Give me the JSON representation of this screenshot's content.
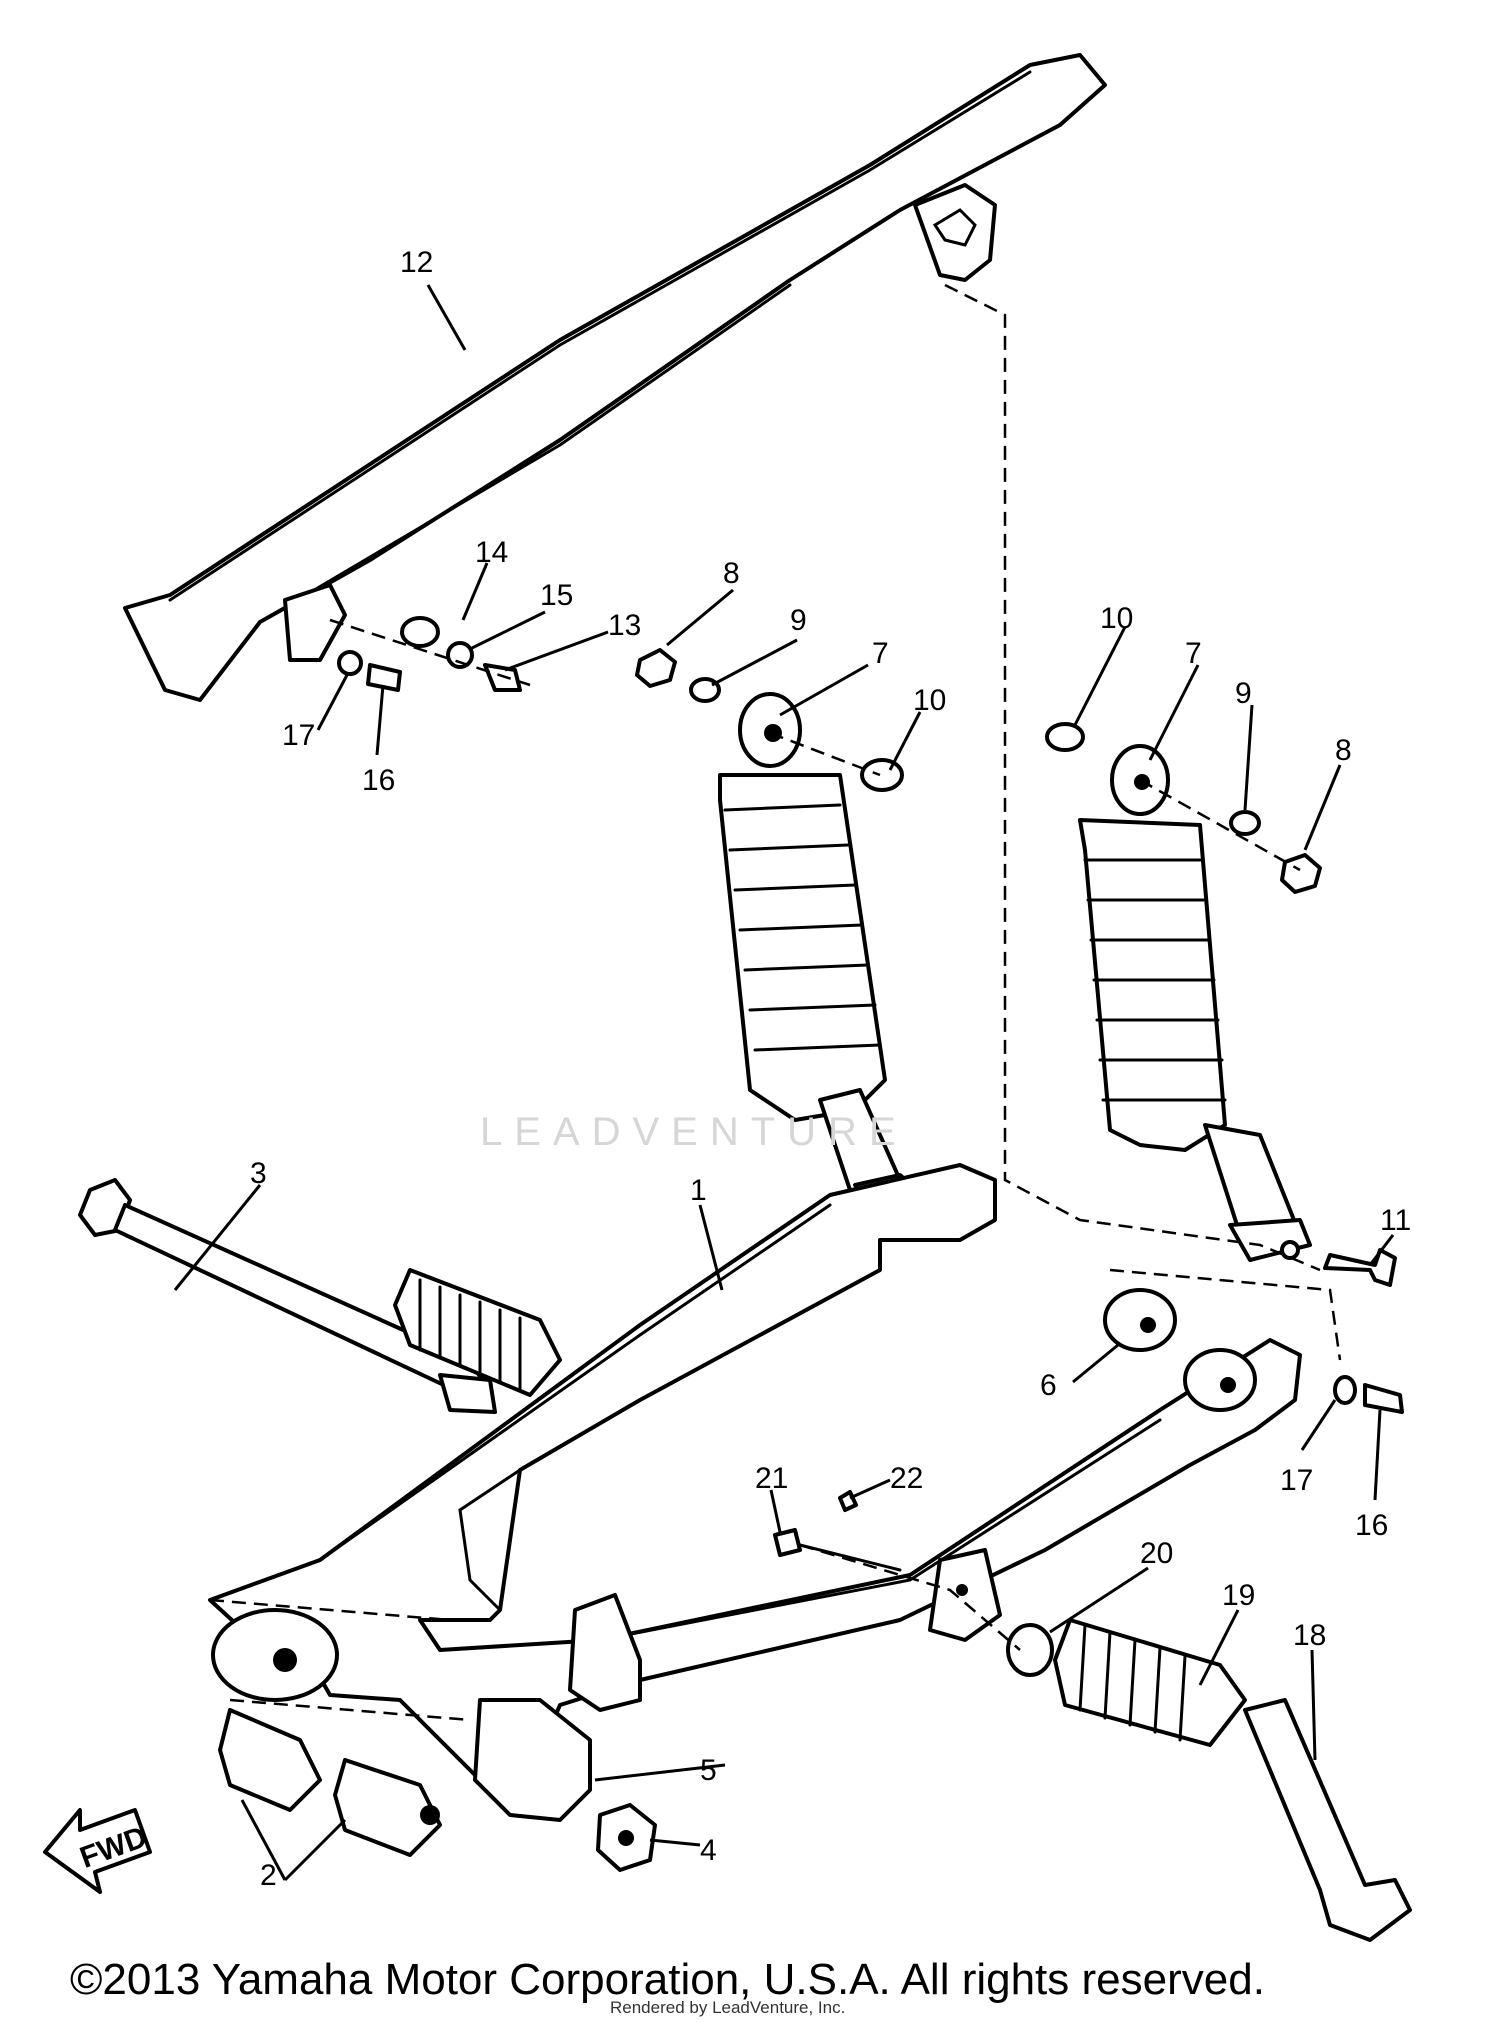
{
  "callouts": [
    "1",
    "2",
    "3",
    "4",
    "5",
    "6",
    "7",
    "8",
    "9",
    "10",
    "11",
    "12",
    "13",
    "14",
    "15",
    "16",
    "17",
    "18",
    "19",
    "20",
    "21",
    "22"
  ],
  "fwd_label": "FWD",
  "watermark": "LEADVENTURE",
  "copyright": "©2013 Yamaha Motor Corporation, U.S.A. All rights reserved.",
  "rendered_by": "Rendered by LeadVenture, Inc."
}
